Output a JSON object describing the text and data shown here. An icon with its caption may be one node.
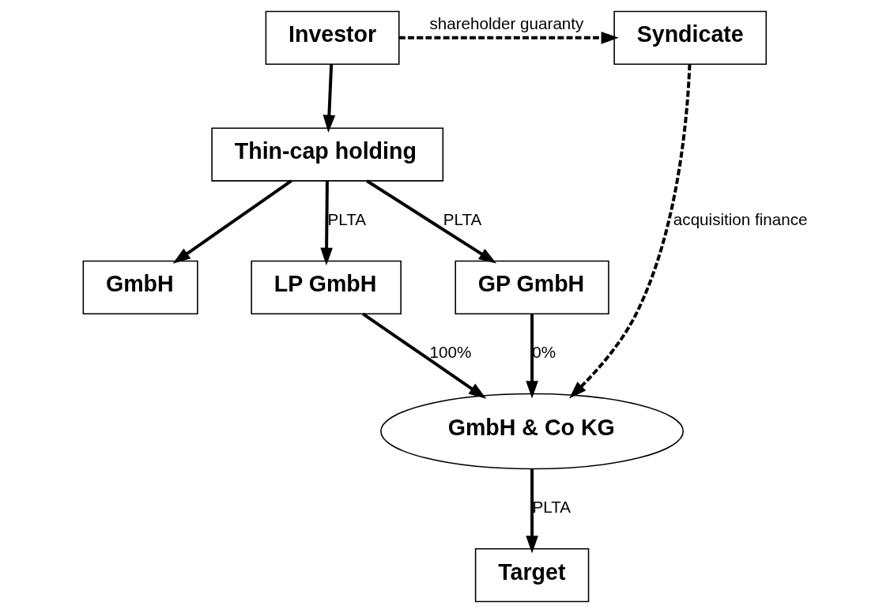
{
  "diagram": {
    "nodes": [
      {
        "text": [
          "Investor"
        ]
      },
      {
        "text": [
          "Syndicate"
        ]
      },
      {
        "text": [
          "Thin-cap holding"
        ]
      },
      {
        "text": [
          "GmbH"
        ]
      },
      {
        "text": [
          "LP GmbH"
        ]
      },
      {
        "text": [
          "GP GmbH"
        ]
      },
      {
        "text": [
          "GmbH & Co KG"
        ]
      },
      {
        "text": [
          "Target"
        ]
      }
    ],
    "edges": [
      {
        "from": 0,
        "to": 1,
        "arrow": "to",
        "style": "dashed",
        "label": "shareholder guaranty"
      },
      {
        "from": 0,
        "to": 2,
        "arrow": "to"
      },
      {
        "from": 2,
        "to": 3,
        "arrow": "to"
      },
      {
        "from": 2,
        "to": 4,
        "arrow": "to",
        "label": "PLTA"
      },
      {
        "from": 2,
        "to": 5,
        "arrow": "to",
        "label": "PLTA"
      },
      {
        "from": 4,
        "to": 6,
        "arrow": "to",
        "label": "100%"
      },
      {
        "from": 5,
        "to": 6,
        "arrow": "to",
        "label": "0%"
      },
      {
        "from": 1,
        "to": 6,
        "arrow": "to",
        "style": "dashed",
        "label": "acquisition finance"
      },
      {
        "from": 6,
        "to": 7,
        "arrow": "to",
        "label": "PLTA"
      }
    ]
  }
}
